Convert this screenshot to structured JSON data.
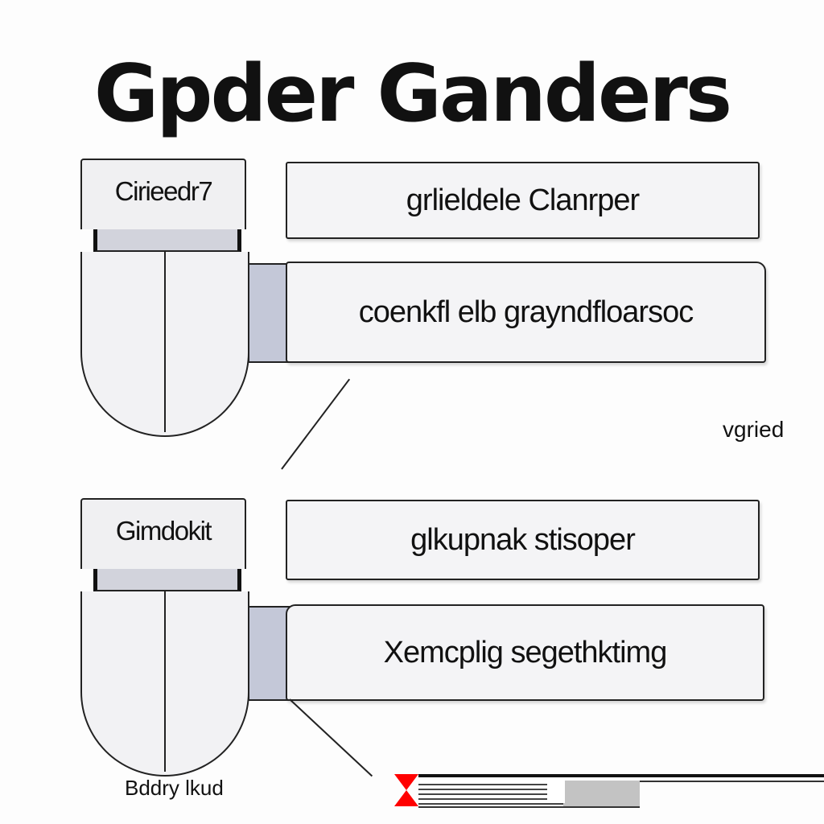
{
  "title": "Gpder Ganders",
  "panels": [
    {
      "shield_label": "Cirieedr7",
      "header_box": "grlieldele Clanrper",
      "content_box": "coenkfl elb grayndfloarsoc"
    },
    {
      "shield_label": "Gimdokit",
      "header_box": "glkupnak stisoper",
      "content_box": "Xemcplig segethktimg"
    }
  ],
  "side_note": "vgried",
  "bottom_label": "Bddry lkud",
  "slider": {
    "marker_color": "#ff0000",
    "value_fraction": 0.42
  },
  "colors": {
    "connector": "#c4c8d8",
    "panel_bg": "#f4f4f6"
  }
}
